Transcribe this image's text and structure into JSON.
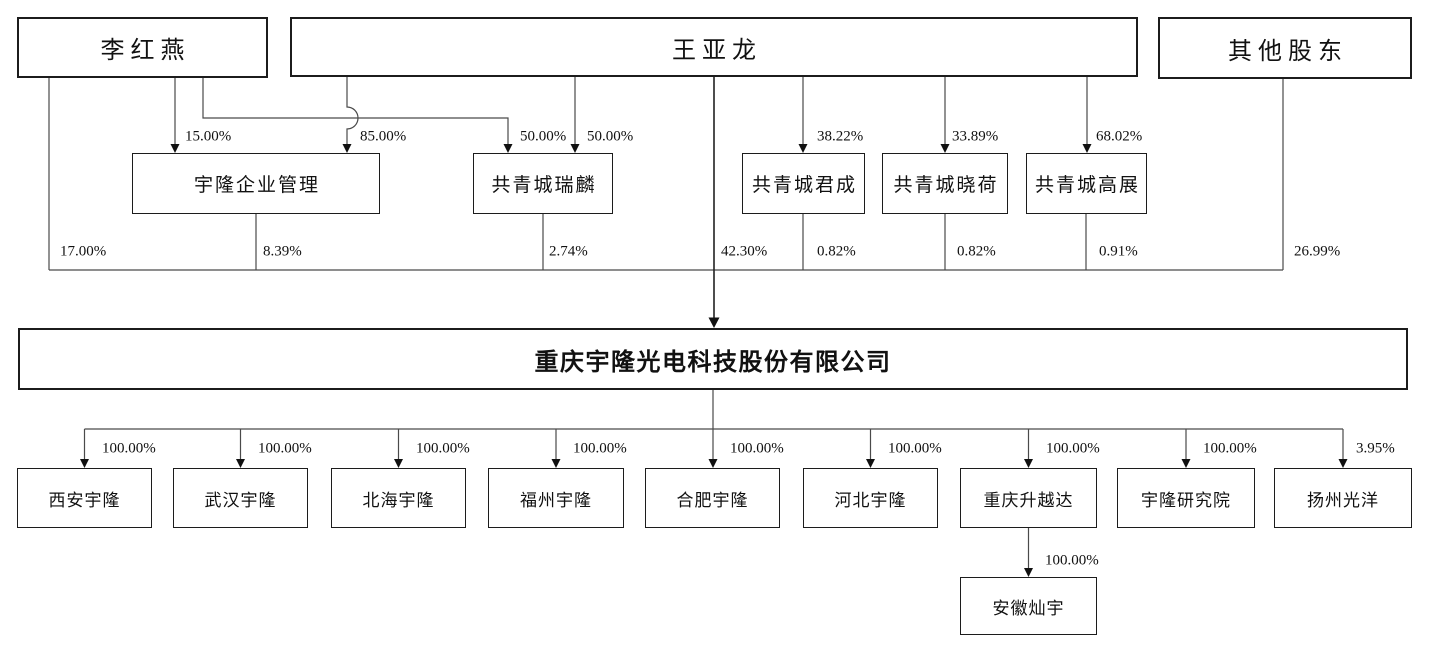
{
  "diagram": {
    "nodes": [
      {
        "id": "li-hongyan",
        "label": "李红燕",
        "tier": "shareholder"
      },
      {
        "id": "wang-yalong",
        "label": "王亚龙",
        "tier": "shareholder"
      },
      {
        "id": "other-shareholders",
        "label": "其他股东",
        "tier": "shareholder"
      },
      {
        "id": "yulong-mgmt",
        "label": "宇隆企业管理",
        "tier": "holding"
      },
      {
        "id": "gqc-ruilin",
        "label": "共青城瑞麟",
        "tier": "holding"
      },
      {
        "id": "gqc-juncheng",
        "label": "共青城君成",
        "tier": "holding"
      },
      {
        "id": "gqc-xiaohe",
        "label": "共青城晓荷",
        "tier": "holding"
      },
      {
        "id": "gqc-gaozhan",
        "label": "共青城高展",
        "tier": "holding"
      },
      {
        "id": "main-company",
        "label": "重庆宇隆光电科技股份有限公司",
        "tier": "issuer"
      },
      {
        "id": "xian-yulong",
        "label": "西安宇隆",
        "tier": "subsidiary"
      },
      {
        "id": "wuhan-yulong",
        "label": "武汉宇隆",
        "tier": "subsidiary"
      },
      {
        "id": "beihai-yulong",
        "label": "北海宇隆",
        "tier": "subsidiary"
      },
      {
        "id": "fuzhou-yulong",
        "label": "福州宇隆",
        "tier": "subsidiary"
      },
      {
        "id": "hefei-yulong",
        "label": "合肥宇隆",
        "tier": "subsidiary"
      },
      {
        "id": "hebei-yulong",
        "label": "河北宇隆",
        "tier": "subsidiary"
      },
      {
        "id": "cq-shengyueda",
        "label": "重庆升越达",
        "tier": "subsidiary"
      },
      {
        "id": "yulong-institute",
        "label": "宇隆研究院",
        "tier": "subsidiary"
      },
      {
        "id": "yangzhou-guangyang",
        "label": "扬州光洋",
        "tier": "subsidiary"
      },
      {
        "id": "anhui-canyu",
        "label": "安徽灿宇",
        "tier": "sub-subsidiary"
      }
    ],
    "edges": [
      {
        "from": "li-hongyan",
        "to": "yulong-mgmt",
        "label": "15.00%"
      },
      {
        "from": "wang-yalong",
        "to": "yulong-mgmt",
        "label": "85.00%"
      },
      {
        "from": "li-hongyan",
        "to": "gqc-ruilin",
        "label": "50.00%"
      },
      {
        "from": "wang-yalong",
        "to": "gqc-ruilin",
        "label": "50.00%"
      },
      {
        "from": "wang-yalong",
        "to": "gqc-juncheng",
        "label": "38.22%"
      },
      {
        "from": "wang-yalong",
        "to": "gqc-xiaohe",
        "label": "33.89%"
      },
      {
        "from": "wang-yalong",
        "to": "gqc-gaozhan",
        "label": "68.02%"
      },
      {
        "from": "li-hongyan",
        "to": "main-company",
        "label": "17.00%"
      },
      {
        "from": "yulong-mgmt",
        "to": "main-company",
        "label": "8.39%"
      },
      {
        "from": "gqc-ruilin",
        "to": "main-company",
        "label": "2.74%"
      },
      {
        "from": "wang-yalong",
        "to": "main-company",
        "label": "42.30%"
      },
      {
        "from": "gqc-juncheng",
        "to": "main-company",
        "label": "0.82%"
      },
      {
        "from": "gqc-xiaohe",
        "to": "main-company",
        "label": "0.82%"
      },
      {
        "from": "gqc-gaozhan",
        "to": "main-company",
        "label": "0.91%"
      },
      {
        "from": "other-shareholders",
        "to": "main-company",
        "label": "26.99%"
      },
      {
        "from": "main-company",
        "to": "xian-yulong",
        "label": "100.00%"
      },
      {
        "from": "main-company",
        "to": "wuhan-yulong",
        "label": "100.00%"
      },
      {
        "from": "main-company",
        "to": "beihai-yulong",
        "label": "100.00%"
      },
      {
        "from": "main-company",
        "to": "fuzhou-yulong",
        "label": "100.00%"
      },
      {
        "from": "main-company",
        "to": "hefei-yulong",
        "label": "100.00%"
      },
      {
        "from": "main-company",
        "to": "hebei-yulong",
        "label": "100.00%"
      },
      {
        "from": "main-company",
        "to": "cq-shengyueda",
        "label": "100.00%"
      },
      {
        "from": "main-company",
        "to": "yulong-institute",
        "label": "100.00%"
      },
      {
        "from": "main-company",
        "to": "yangzhou-guangyang",
        "label": "3.95%"
      },
      {
        "from": "cq-shengyueda",
        "to": "anhui-canyu",
        "label": "100.00%"
      }
    ]
  }
}
